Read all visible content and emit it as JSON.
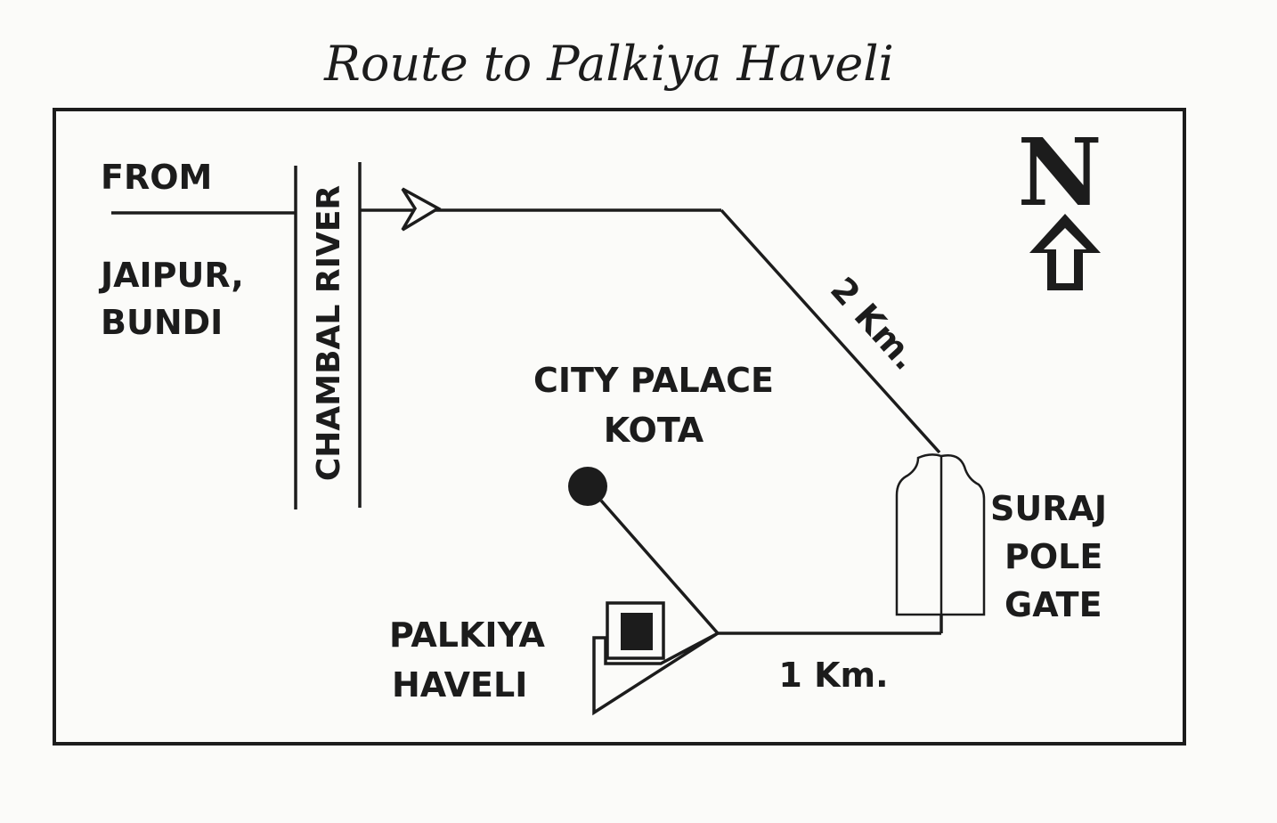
{
  "title": "Route to Palkiya Haveli",
  "compass": {
    "letter": "N",
    "arrow_icon": "up-arrow-icon"
  },
  "origin": {
    "line1": "FROM",
    "line2": "JAIPUR,",
    "line3": "BUNDI"
  },
  "river": {
    "label": "CHAMBAL RIVER"
  },
  "landmarks": {
    "city_palace": {
      "line1": "CITY PALACE",
      "line2": "KOTA"
    },
    "suraj_pole": {
      "line1": "SURAJ",
      "line2": "POLE",
      "line3": "GATE"
    },
    "palkiya_haveli": {
      "line1": "PALKIYA",
      "line2": "HAVELI"
    }
  },
  "distances": {
    "to_suraj_pole": "2 Km.",
    "to_haveli": "1 Km."
  },
  "colors": {
    "ink": "#1c1c1c",
    "paper": "#fbfbf9"
  }
}
